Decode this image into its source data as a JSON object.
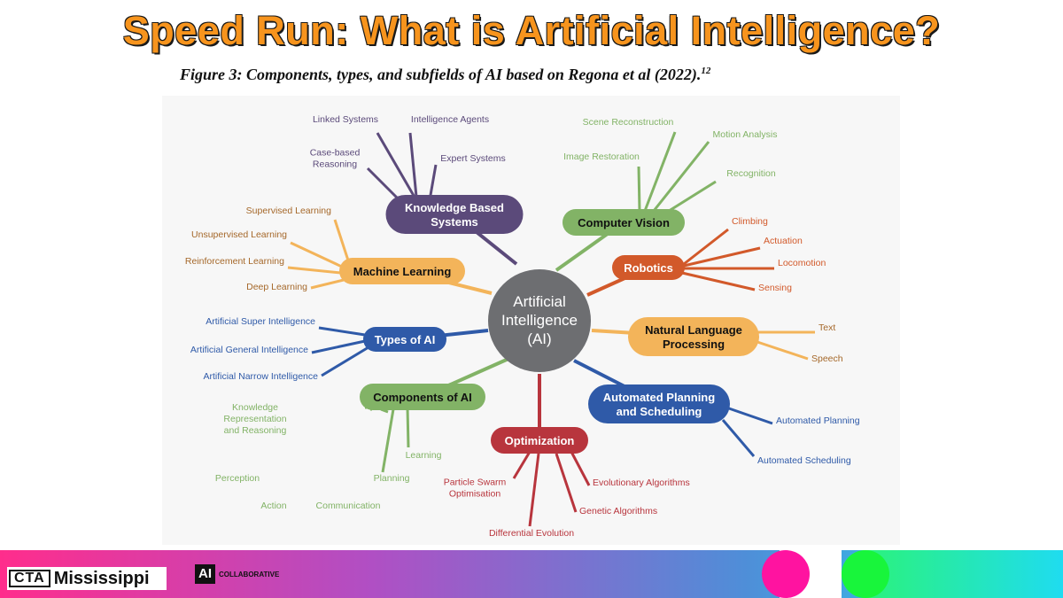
{
  "slide": {
    "title": "Speed Run: What is Artificial Intelligence?",
    "caption": "Figure 3: Components, types, and subfields of AI based on Regona et al (2022).",
    "caption_ref": "12"
  },
  "diagram": {
    "center": {
      "lines": [
        "Artificial",
        "Intelligence",
        "(AI)"
      ],
      "color": "#6d6e71"
    },
    "hubs": [
      {
        "id": "kbs",
        "lines": [
          "Knowledge Based",
          "Systems"
        ],
        "color": "#5b4a7a",
        "text_color": "#ffffff",
        "leaves": [
          [
            "Linked Systems"
          ],
          [
            "Intelligence Agents"
          ],
          [
            "Case-based",
            "Reasoning"
          ],
          [
            "Expert Systems"
          ]
        ]
      },
      {
        "id": "cv",
        "lines": [
          "Computer Vision"
        ],
        "color": "#82b366",
        "text_color": "#111111",
        "leaves": [
          [
            "Scene Reconstruction"
          ],
          [
            "Motion Analysis"
          ],
          [
            "Image Restoration"
          ],
          [
            "Recognition"
          ]
        ]
      },
      {
        "id": "ml",
        "lines": [
          "Machine Learning"
        ],
        "color": "#f3b45a",
        "text_color": "#111111",
        "leaves": [
          [
            "Supervised Learning"
          ],
          [
            "Unsupervised Learning"
          ],
          [
            "Reinforcement Learning"
          ],
          [
            "Deep Learning"
          ]
        ]
      },
      {
        "id": "rob",
        "lines": [
          "Robotics"
        ],
        "color": "#d2592a",
        "text_color": "#ffffff",
        "leaves": [
          [
            "Climbing"
          ],
          [
            "Actuation"
          ],
          [
            "Locomotion"
          ],
          [
            "Sensing"
          ]
        ]
      },
      {
        "id": "types",
        "lines": [
          "Types of AI"
        ],
        "color": "#2f5aa8",
        "text_color": "#ffffff",
        "leaves": [
          [
            "Artificial Super Intelligence"
          ],
          [
            "Artificial General Intelligence"
          ],
          [
            "Artificial Narrow Intelligence"
          ]
        ]
      },
      {
        "id": "nlp",
        "lines": [
          "Natural Language",
          "Processing"
        ],
        "color": "#f3b45a",
        "text_color": "#111111",
        "leaves": [
          [
            "Text"
          ],
          [
            "Speech"
          ]
        ]
      },
      {
        "id": "comp",
        "lines": [
          "Components of AI"
        ],
        "color": "#82b366",
        "text_color": "#111111",
        "leaves": [
          [
            "Knowledge",
            "Representation",
            "and Reasoning"
          ],
          [
            "Learning"
          ],
          [
            "Perception"
          ],
          [
            "Planning"
          ],
          [
            "Action"
          ],
          [
            "Communication"
          ]
        ]
      },
      {
        "id": "aps",
        "lines": [
          "Automated Planning",
          "and Scheduling"
        ],
        "color": "#2f5aa8",
        "text_color": "#ffffff",
        "leaves": [
          [
            "Automated Planning"
          ],
          [
            "Automated Scheduling"
          ]
        ]
      },
      {
        "id": "opt",
        "lines": [
          "Optimization"
        ],
        "color": "#b8353d",
        "text_color": "#ffffff",
        "leaves": [
          [
            "Particle Swarm",
            "Optimisation"
          ],
          [
            "Evolutionary Algorithms"
          ],
          [
            "Genetic Algorithms"
          ],
          [
            "Differential Evolution"
          ]
        ]
      }
    ]
  },
  "footer": {
    "cta_mark": "CTA",
    "cta_name": "Mississippi",
    "ai_mark": "AI",
    "ai_name": "COLLABORATIVE"
  }
}
